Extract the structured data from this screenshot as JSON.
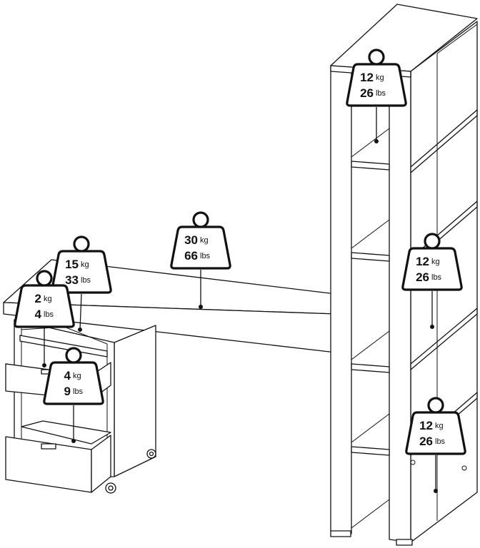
{
  "weights": [
    {
      "id": "shelf-top",
      "kg": "12",
      "lbs": "26"
    },
    {
      "id": "desk-top",
      "kg": "30",
      "lbs": "66"
    },
    {
      "id": "pedestal-top",
      "kg": "15",
      "lbs": "33"
    },
    {
      "id": "drawer-small",
      "kg": "2",
      "lbs": "4"
    },
    {
      "id": "drawer-large",
      "kg": "4",
      "lbs": "9"
    },
    {
      "id": "shelf-middle",
      "kg": "12",
      "lbs": "26"
    },
    {
      "id": "shelf-bottom",
      "kg": "12",
      "lbs": "26"
    }
  ],
  "units": {
    "kg": "kg",
    "lbs": "lbs"
  }
}
